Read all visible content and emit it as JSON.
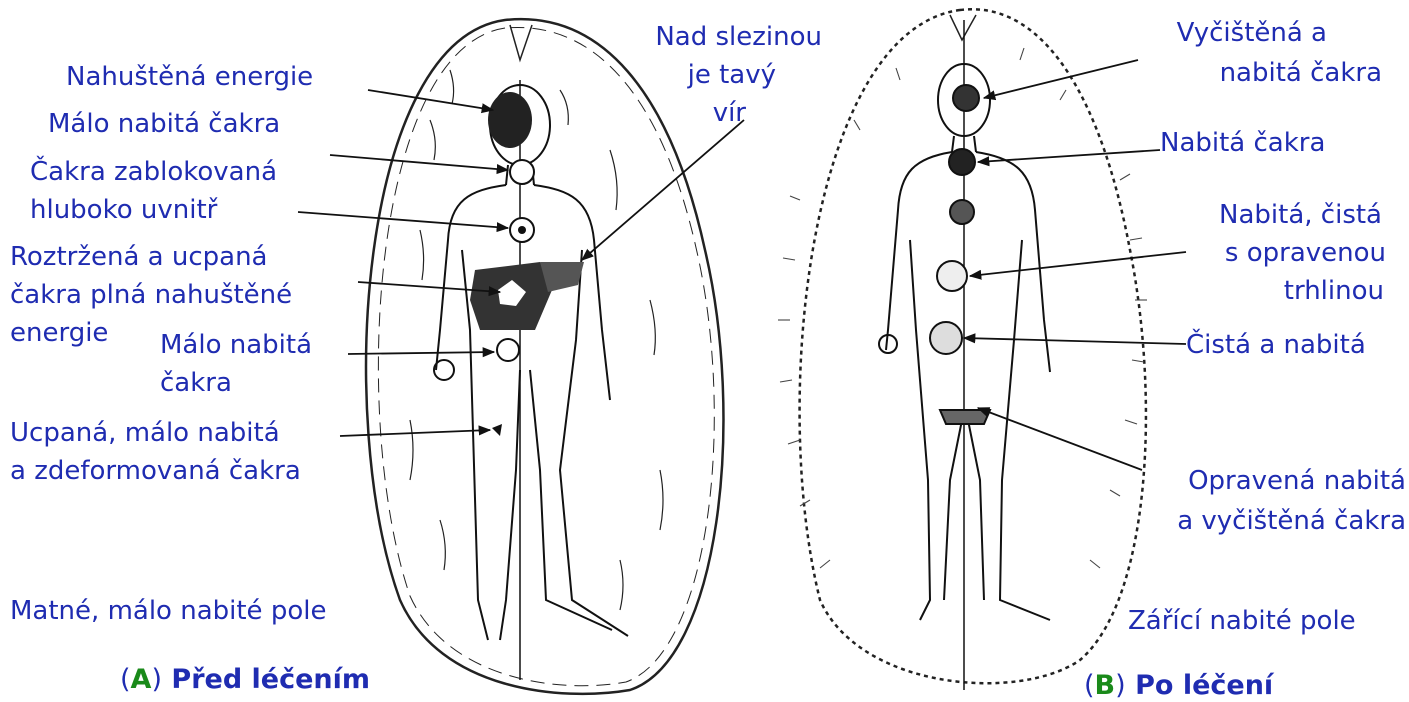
{
  "colors": {
    "label": "#1f2cb1",
    "letter": "#1a8a1a",
    "ink": "#111111"
  },
  "panel_a": {
    "letter": "A",
    "title": "Před léčením",
    "labels": {
      "dense_energy": "Nahuštěná energie",
      "low_charged": "Málo nabitá čakra",
      "blocked_1": "Čakra zablokovaná",
      "blocked_2": "hluboko uvnitř",
      "torn_1": "Roztržená a ucpaná",
      "torn_2": "čakra plná nahuštěné",
      "torn_3": "energie",
      "low2_1": "Málo nabitá",
      "low2_2": "čakra",
      "clogged_1": "Ucpaná, málo nabitá",
      "clogged_2": "a zdeformovaná čakra",
      "spleen_1": "Nad slezinou",
      "spleen_2": "je tavý",
      "spleen_3": "vír",
      "field": "Matné, málo nabité pole"
    }
  },
  "panel_b": {
    "letter": "B",
    "title": "Po léčení",
    "labels": {
      "cleaned_1": "Vyčištěná a",
      "cleaned_2": "nabitá čakra",
      "charged": "Nabitá čakra",
      "repaired_1": "Nabitá, čistá",
      "repaired_2": "s opravenou",
      "repaired_3": "trhlinou",
      "clean": "Čistá a nabitá",
      "fixed_1": "Opravená nabitá",
      "fixed_2": "a vyčištěná čakra",
      "field": "Zářící nabité pole"
    }
  }
}
